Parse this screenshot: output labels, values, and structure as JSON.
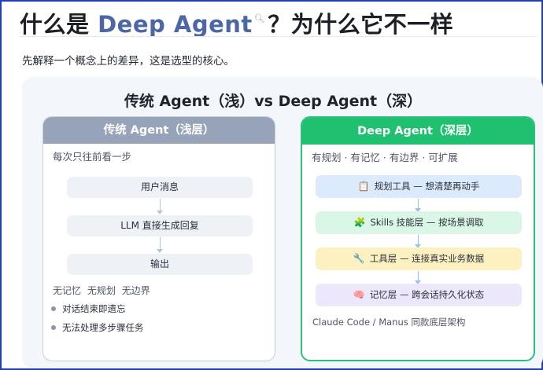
{
  "header": {
    "title_prefix": "什么是 ",
    "title_accent": "Deep Agent",
    "title_suffix": "？为什么它不一样",
    "anchor_icon": "link-search-icon"
  },
  "lead": "先解释一个概念上的差异，这是选型的核心。",
  "diagram": {
    "title": "传统 Agent（浅）vs Deep Agent（深）",
    "left": {
      "header": "传统 Agent（浅层）",
      "subtitle": "每次只往前看一步",
      "steps": [
        "用户消息",
        "LLM 直接生成回复",
        "输出"
      ],
      "tags": "无记忆 无规划 无边界",
      "bullets": [
        "对话结束即遗忘",
        "无法处理多步骤任务"
      ]
    },
    "right": {
      "header": "Deep Agent（深层）",
      "subtitle": "有规划 · 有记忆 · 有边界 · 可扩展",
      "layers": [
        {
          "icon": "clipboard-icon",
          "glyph": "📋",
          "label": "规划工具 — 想清楚再动手"
        },
        {
          "icon": "puzzle-icon",
          "glyph": "🧩",
          "label": "Skills 技能层 — 按场景调取"
        },
        {
          "icon": "wrench-icon",
          "glyph": "🔧",
          "label": "工具层 — 连接真实业务数据"
        },
        {
          "icon": "brain-icon",
          "glyph": "🧠",
          "label": "记忆层 — 跨会话持久化状态"
        }
      ],
      "footer": "Claude Code / Manus 同款底层架构"
    }
  },
  "colors": {
    "accent_title": "#4b67a8",
    "left_header": "#97a3b9",
    "right_header": "#1fc06f",
    "right_border": "#2ac27a",
    "frame_border": "#1f3fb5"
  }
}
